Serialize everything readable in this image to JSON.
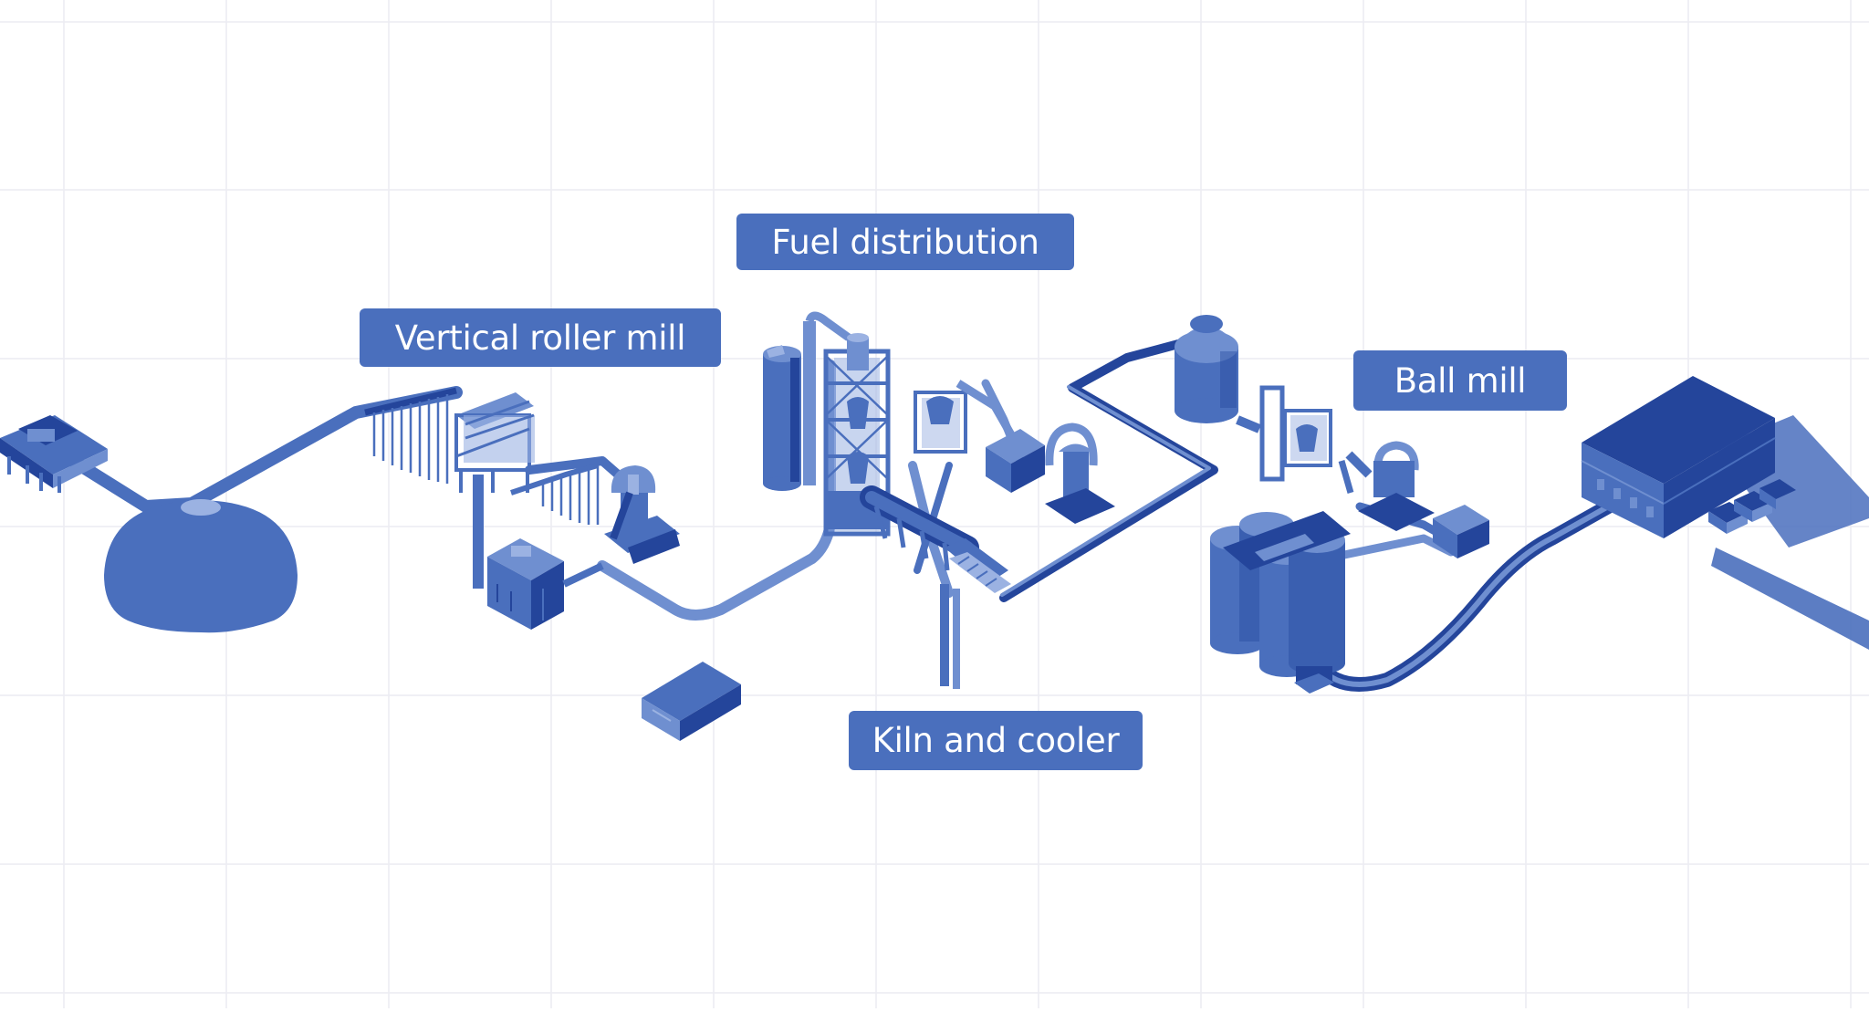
{
  "labels": {
    "vertical_roller_mill": "Vertical roller mill",
    "fuel_distribution": "Fuel distribution",
    "kiln_and_cooler": "Kiln and cooler",
    "ball_mill": "Ball mill"
  },
  "colors": {
    "primary": "#4a6fbd",
    "dark": "#24459b",
    "light": "#6f8fd0",
    "pale": "#9bb2e2",
    "grid": "#ececf2",
    "background": "#ffffff"
  },
  "icons": [
    "crusher-icon",
    "stockpile-dome-icon",
    "conveyor-icon",
    "vertical-roller-mill-icon",
    "filter-house-icon",
    "storage-building-icon",
    "silo-icon",
    "preheater-tower-icon",
    "rotary-kiln-icon",
    "clinker-cooler-icon",
    "coal-mill-icon",
    "ball-mill-icon",
    "cement-silo-cluster-icon",
    "warehouse-icon",
    "truck-icon"
  ]
}
